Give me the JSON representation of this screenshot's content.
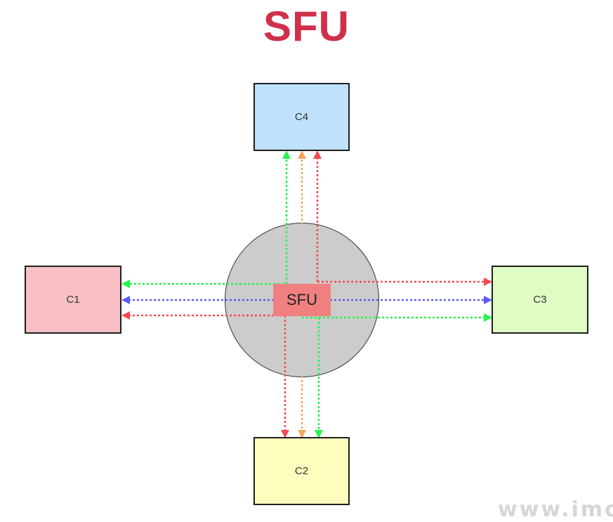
{
  "title": "SFU",
  "hub_label": "SFU",
  "nodes": {
    "c1": "C1",
    "c2": "C2",
    "c3": "C3",
    "c4": "C4"
  },
  "watermark": "www.imoo",
  "colors": {
    "title": "#d1304a",
    "hub": "#cccccc",
    "hub_label_bg": "#f08080",
    "c1": "#f8c0c4",
    "c2": "#fdfdbd",
    "c3": "#dffcc4",
    "c4": "#bfe1fb",
    "stream_green": "#22f54a",
    "stream_red": "#f24b50",
    "stream_blue": "#5a5af5",
    "stream_orange": "#f5a55a"
  }
}
